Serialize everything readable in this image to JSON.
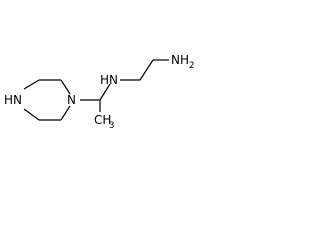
{
  "diagram": {
    "type": "chemical-structure",
    "atoms": {
      "hn_ring": "HN",
      "n_ring": "N",
      "hn_chain": "HN",
      "nh2_main": "NH",
      "nh2_sub": "2",
      "ch3_main": "CH",
      "ch3_sub": "3"
    },
    "colors": {
      "bond": "#000000",
      "label": "#000000",
      "background": "#ffffff"
    }
  }
}
